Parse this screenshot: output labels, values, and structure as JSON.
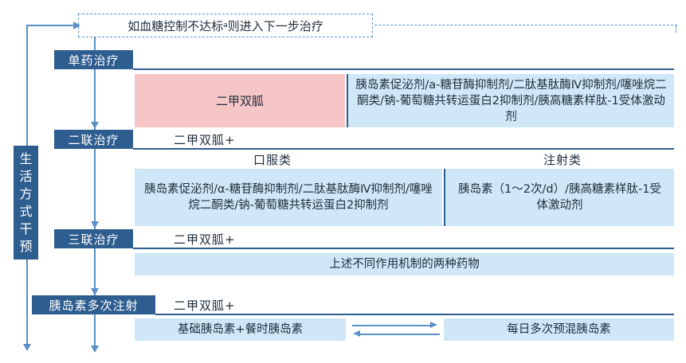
{
  "top_note": "如血糖控制不达标",
  "top_note_sup": "a",
  "top_note_tail": "则进入下一步治疗",
  "side_label": [
    "生",
    "活",
    "方",
    "式",
    "干",
    "预"
  ],
  "stage1": {
    "label": "单药治疗",
    "first": "二甲双胍",
    "alternative": "胰岛素促泌剂/a-糖苷酶抑制剂/二肽基肽酶Ⅳ抑制剂/噻唑烷二酮类/钠-葡萄糖共转运蛋白2抑制剂/胰高糖素样肽-1受体激动剂"
  },
  "stage2": {
    "label": "二联治疗",
    "base": "二甲双胍+",
    "oral_header": "口服类",
    "inject_header": "注射类",
    "oral": "胰岛素促泌剂/α-糖苷酶抑制剂/二肽基肽酶Ⅳ抑制剂/噻唑烷二酮类/钠-葡萄糖共转运蛋白2抑制剂",
    "inject": "胰岛素（1～2次/d）/胰高糖素样肽-1受体激动剂"
  },
  "stage3": {
    "label": "三联治疗",
    "base": "二甲双胍+",
    "combo": "上述不同作用机制的两种药物"
  },
  "stage4": {
    "label": "胰岛素多次注射",
    "base": "二甲双胍+",
    "left": "基础胰岛素+餐时胰岛素",
    "right": "每日多次预混胰岛素"
  },
  "colors": {
    "dark_blue": "#2e5d8f",
    "light_blue": "#cfe7f7",
    "pink": "#f6c6c6",
    "line_blue": "#5b8fc7"
  }
}
